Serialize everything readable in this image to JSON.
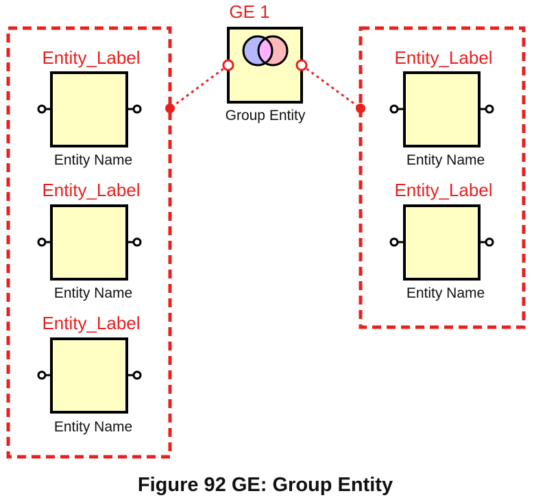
{
  "group_entity": {
    "label": "GE 1",
    "name": "Group Entity",
    "icon": "venn-diagram-icon"
  },
  "left_group": {
    "entities": [
      {
        "label": "Entity_Label",
        "name": "Entity Name"
      },
      {
        "label": "Entity_Label",
        "name": "Entity Name"
      },
      {
        "label": "Entity_Label",
        "name": "Entity Name"
      }
    ]
  },
  "right_group": {
    "entities": [
      {
        "label": "Entity_Label",
        "name": "Entity Name"
      },
      {
        "label": "Entity_Label",
        "name": "Entity Name"
      }
    ]
  },
  "caption": "Figure 92 GE: Group Entity",
  "colors": {
    "accent_red": "#e8201e",
    "entity_fill": "#ffffc3",
    "outline": "#000000",
    "venn_left": "#b7b7ff",
    "venn_right": "#ffb9b9",
    "venn_overlap": "#ffb3ff"
  }
}
